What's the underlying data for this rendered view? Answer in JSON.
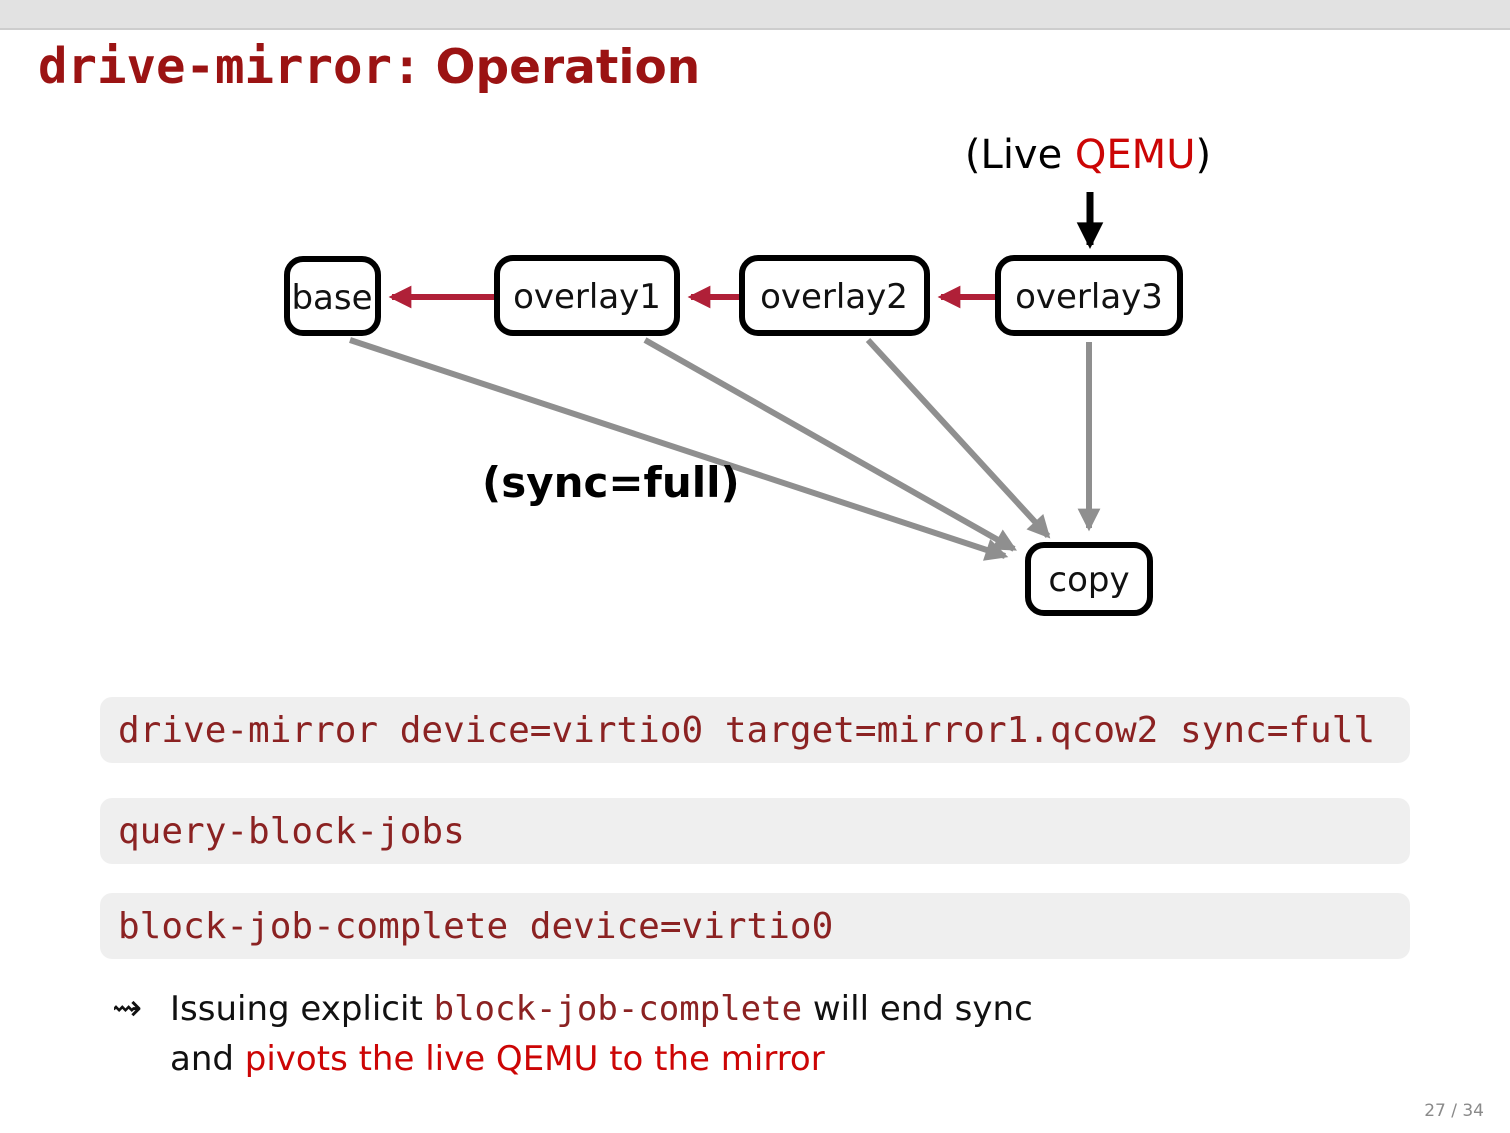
{
  "colors": {
    "title_red": "#9b1313",
    "accent_red": "#cc0505",
    "code_red": "#8b2222",
    "arrow_crimson": "#b02038",
    "arrow_gray": "#8f8f8f",
    "node_border": "#000000",
    "code_block_bg": "#efefef",
    "header_band_gray": "#e2e2e2"
  },
  "header": {
    "title_code": "drive-mirror:",
    "title_rest": "Operation"
  },
  "diagram": {
    "live_label": {
      "open": "(Live ",
      "accent": "QEMU",
      "close": ")"
    },
    "sync_label": "(sync=full)",
    "nodes": [
      {
        "id": "base",
        "label": "base"
      },
      {
        "id": "overlay1",
        "label": "overlay1"
      },
      {
        "id": "overlay2",
        "label": "overlay2"
      },
      {
        "id": "overlay3",
        "label": "overlay3"
      },
      {
        "id": "copy",
        "label": "copy"
      }
    ]
  },
  "code_blocks": [
    {
      "text": "drive-mirror device=virtio0 target=mirror1.qcow2 sync=full"
    },
    {
      "text": "query-block-jobs"
    },
    {
      "text": "block-job-complete device=virtio0"
    }
  ],
  "note": {
    "bullet": "⇝",
    "line1_pre": "Issuing explicit ",
    "line1_code": "block-job-complete",
    "line1_post": " will end sync",
    "line2_pre": "and ",
    "line2_accent": "pivots the live QEMU to the mirror"
  },
  "footer": {
    "page_indicator": "27 / 34"
  }
}
